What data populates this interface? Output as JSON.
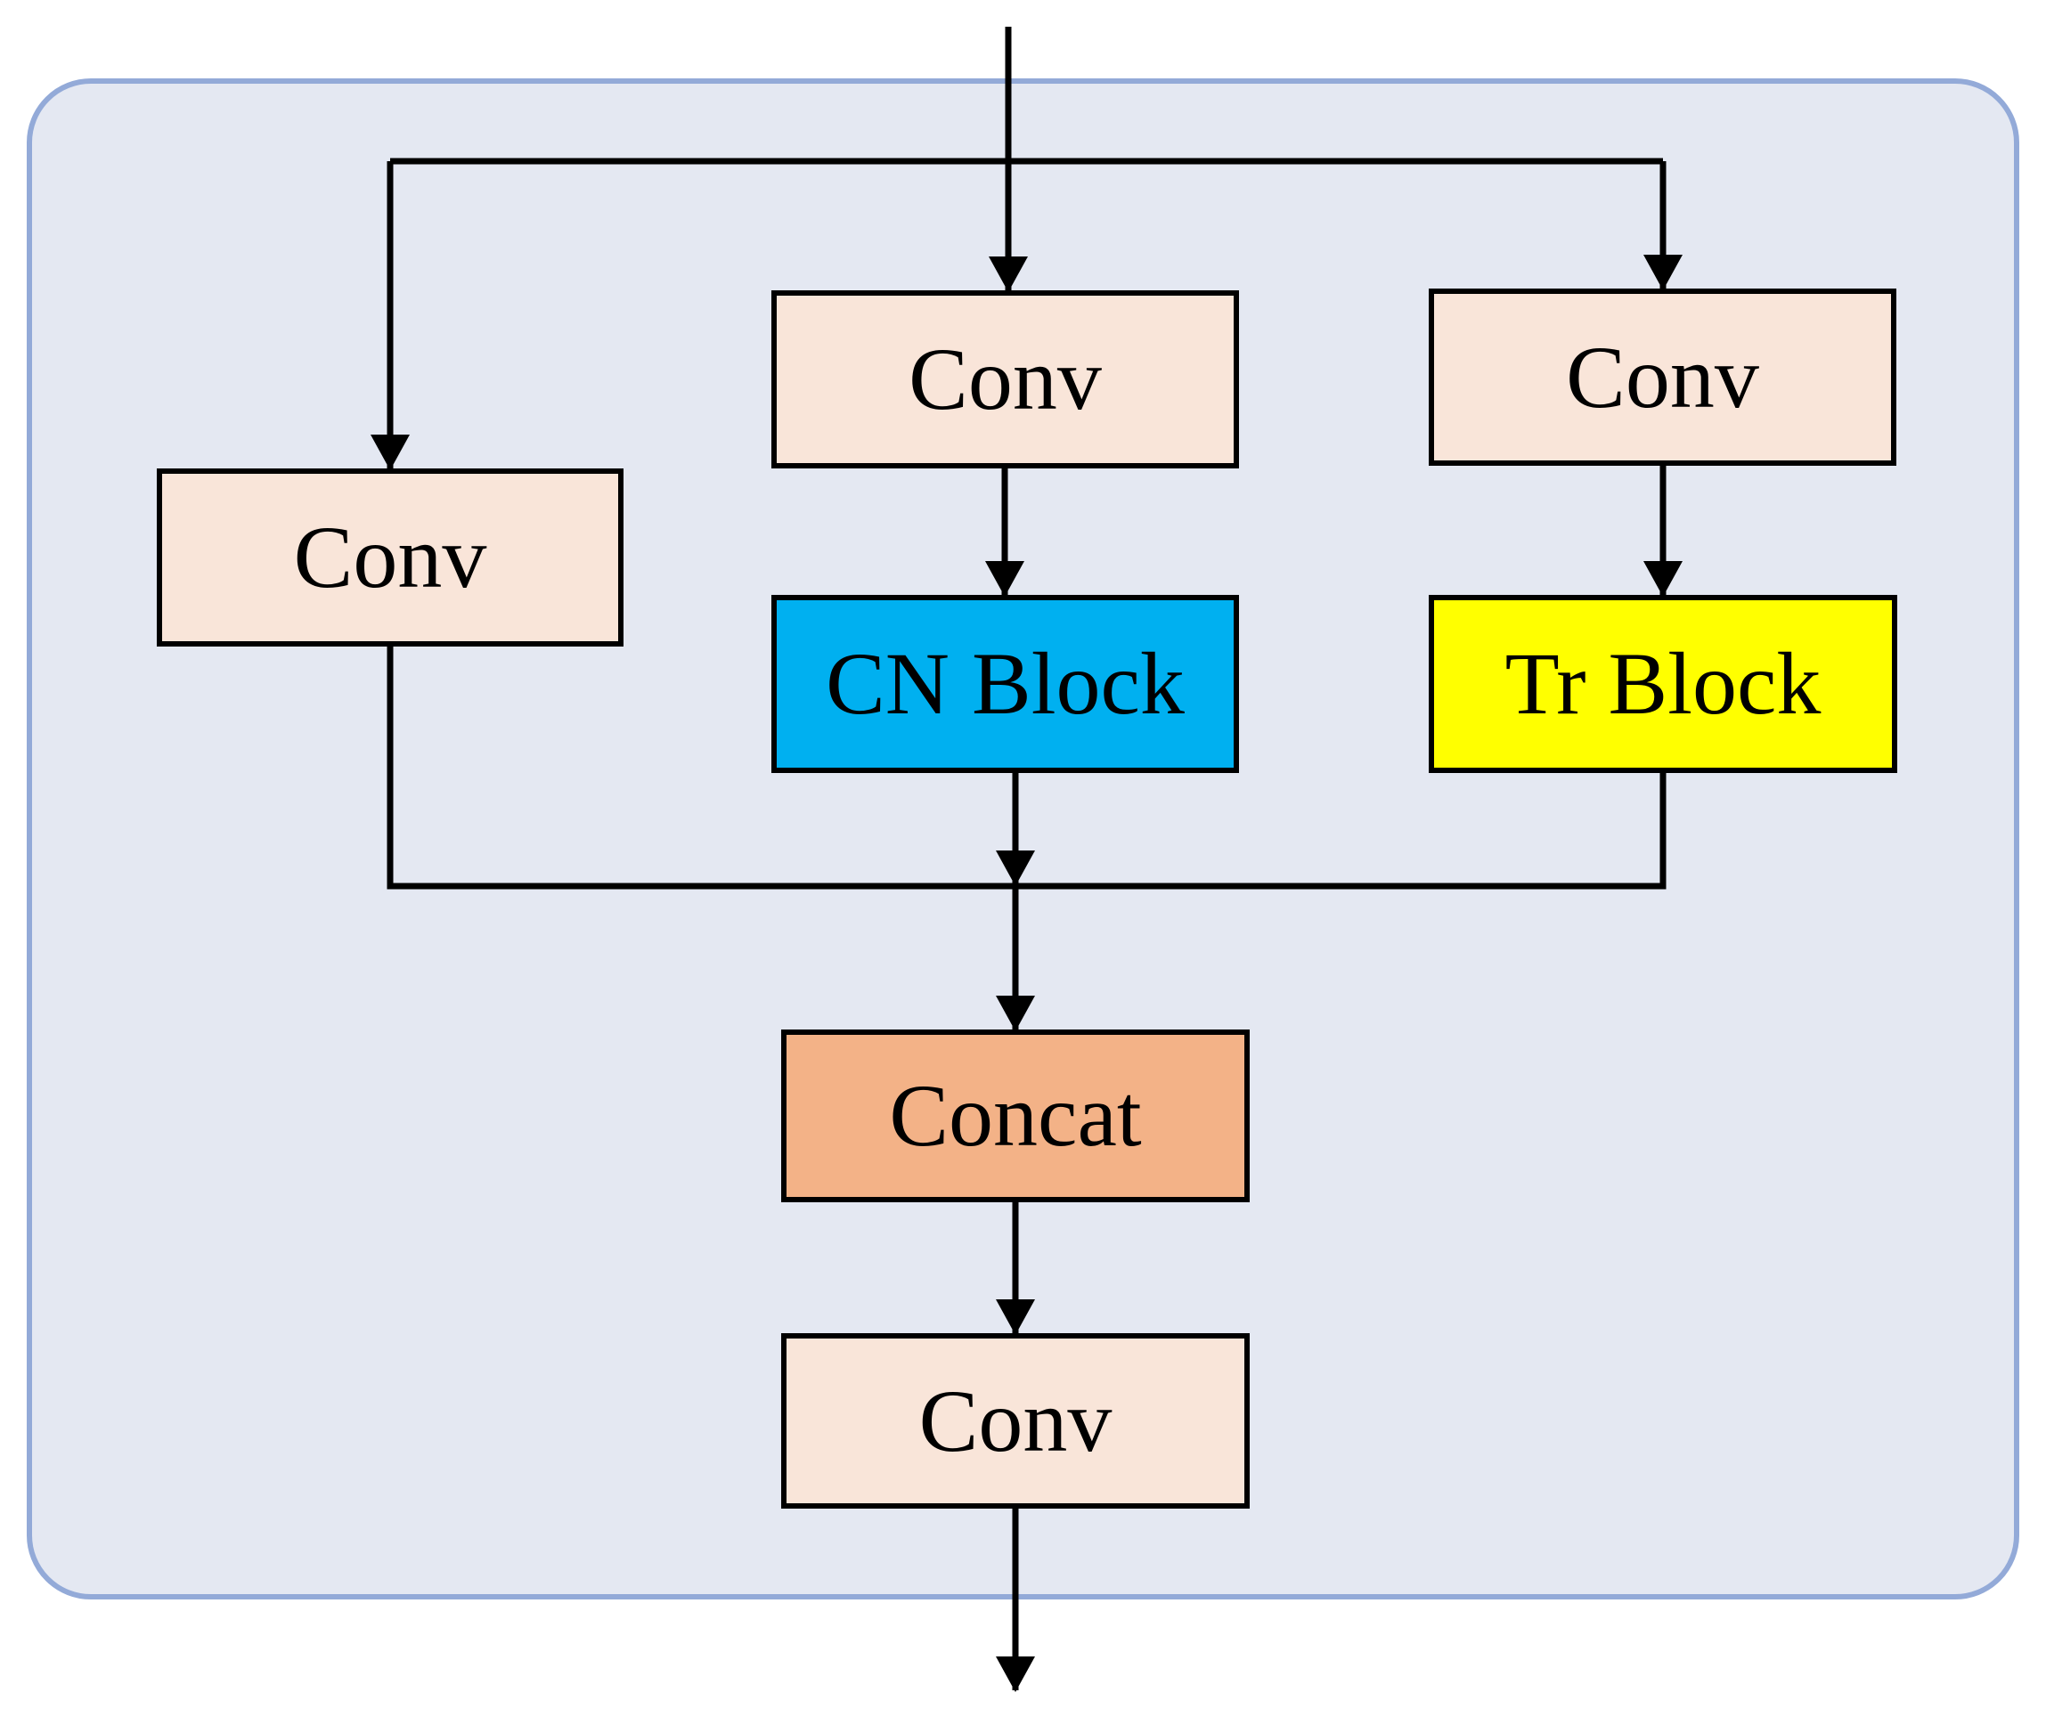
{
  "colors": {
    "panel_fill": "#e4e8f2",
    "panel_border": "#93aad8",
    "conv_fill": "#f9e5d9",
    "cn_block_fill": "#00b0f0",
    "tr_block_fill": "#ffff00",
    "concat_fill": "#f3b287",
    "stroke": "#000000"
  },
  "nodes": {
    "conv_left": "Conv",
    "conv_middle": "Conv",
    "conv_right": "Conv",
    "cn_block": "CN Block",
    "tr_block": "Tr Block",
    "concat": "Concat",
    "conv_output": "Conv"
  }
}
